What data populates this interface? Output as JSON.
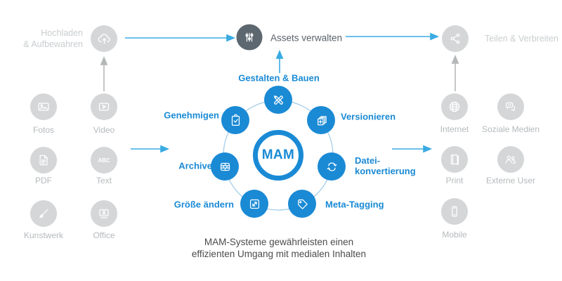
{
  "colors": {
    "accent_blue": "#1a8ad5",
    "arrow_cyan": "#3aabe2",
    "arrow_gray": "#b5b8b9",
    "circle_gray": "#d4d6d7",
    "circle_dark": "#5d676f",
    "orbit": "#9fc9e7"
  },
  "flow": {
    "upload_label_line1": "Hochladen",
    "upload_label_line2": "& Aufbewahren",
    "manage_label": "Assets verwalten",
    "share_label": "Teilen & Verbreiten"
  },
  "left_sources": [
    {
      "label": "Fotos",
      "icon": "photo-icon"
    },
    {
      "label": "Video",
      "icon": "video-icon"
    },
    {
      "label": "PDF",
      "icon": "pdf-icon"
    },
    {
      "label": "Text",
      "icon": "text-icon"
    },
    {
      "label": "Kunstwerk",
      "icon": "artwork-icon"
    },
    {
      "label": "Office",
      "icon": "office-icon"
    }
  ],
  "right_outputs": [
    {
      "label": "Internet",
      "icon": "globe-icon"
    },
    {
      "label": "Soziale Medien",
      "icon": "social-media-icon"
    },
    {
      "label": "Print",
      "icon": "print-icon"
    },
    {
      "label": "Externe User",
      "icon": "external-users-icon"
    },
    {
      "label": "Mobile",
      "icon": "mobile-icon"
    }
  ],
  "hub": {
    "center_label": "MAM",
    "satellites": [
      {
        "label": "Gestalten & Bauen",
        "icon": "design-build-icon"
      },
      {
        "label": "Genehmigen",
        "icon": "approve-icon"
      },
      {
        "label": "Versionieren",
        "icon": "versioning-icon"
      },
      {
        "label": "Archive",
        "icon": "archive-icon"
      },
      {
        "label_line1": "Datei-",
        "label_line2": "konvertierung",
        "icon": "file-conversion-icon"
      },
      {
        "label": "Größe ändern",
        "icon": "resize-icon"
      },
      {
        "label": "Meta-Tagging",
        "icon": "meta-tag-icon"
      }
    ]
  },
  "footer": {
    "line1": "MAM-Systeme gewährleisten einen",
    "line2": "effizienten Umgang mit medialen Inhalten"
  }
}
